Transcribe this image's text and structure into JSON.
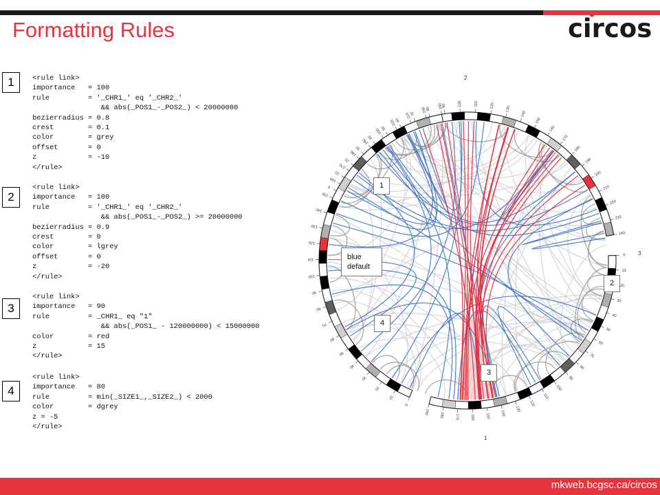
{
  "title": "Formatting Rules",
  "logo_text": "circos",
  "footer_url": "mkweb.bcgsc.ca/circos",
  "colors": {
    "accent": "#e8323c",
    "dark": "#1a1a1a",
    "blue_link": "#3f73c9",
    "red_link": "#e0303e",
    "grey_link": "#a0a0a0",
    "lgrey_link": "#d2d2d2"
  },
  "rules": [
    {
      "number": "1",
      "code": "<rule link>\nimportance   = 100\nrule         = '_CHR1_' eq '_CHR2_'\n                && abs(_POS1_-_POS2_) < 20000000\nbezierradius = 0.8\ncrest        = 0.1\ncolor        = grey\noffset       = 0\nz            = -10\n</rule>"
    },
    {
      "number": "2",
      "code": "<rule link>\nimportance   = 100\nrule         = '_CHR1_' eq '_CHR2_'\n                && abs(_POS1_-_POS2_) >= 20000000\nbezierradius = 0.9\ncrest        = 0\ncolor        = lgrey\noffset       = 0\nz            = -20\n</rule>"
    },
    {
      "number": "3",
      "code": "<rule link>\nimportance   = 90\nrule         = _CHR1_ eq \"1\"\n                && abs(_POS1_ - 120000000) < 15000000\ncolor        = red\nz            = 15\n</rule>"
    },
    {
      "number": "4",
      "code": "<rule link>\nimportance   = 80\nrule         = min(_SIZE1_,_SIZE2_) < 2000\ncolor        = dgrey\nz = -5\n</rule>"
    }
  ],
  "figure": {
    "callouts": {
      "c1": "1",
      "c2": "2",
      "c3": "3",
      "c4": "4",
      "blue_line1": "blue",
      "blue_line2": "default"
    },
    "chromosome_labels": {
      "top": "2",
      "right": "3",
      "bottom": "1"
    },
    "ticks_chr2": [
      "0",
      "10",
      "20",
      "30",
      "40",
      "50",
      "60",
      "70",
      "80",
      "90",
      "100",
      "110",
      "120",
      "130",
      "140",
      "150",
      "160",
      "170",
      "180",
      "190",
      "200",
      "210",
      "220",
      "230",
      "240"
    ],
    "ticks_chr3": [
      "0",
      "10",
      "20",
      "30",
      "40",
      "50",
      "60",
      "70",
      "80",
      "90",
      "100",
      "110",
      "120",
      "130",
      "140",
      "150",
      "160",
      "170",
      "180",
      "190"
    ],
    "ticks_chr1": [
      "0",
      "10",
      "20",
      "30",
      "40",
      "50",
      "60",
      "70",
      "80",
      "90",
      "100",
      "110",
      "120",
      "130",
      "140",
      "150",
      "160",
      "170",
      "180",
      "190",
      "200",
      "210",
      "220",
      "230",
      "240"
    ]
  }
}
